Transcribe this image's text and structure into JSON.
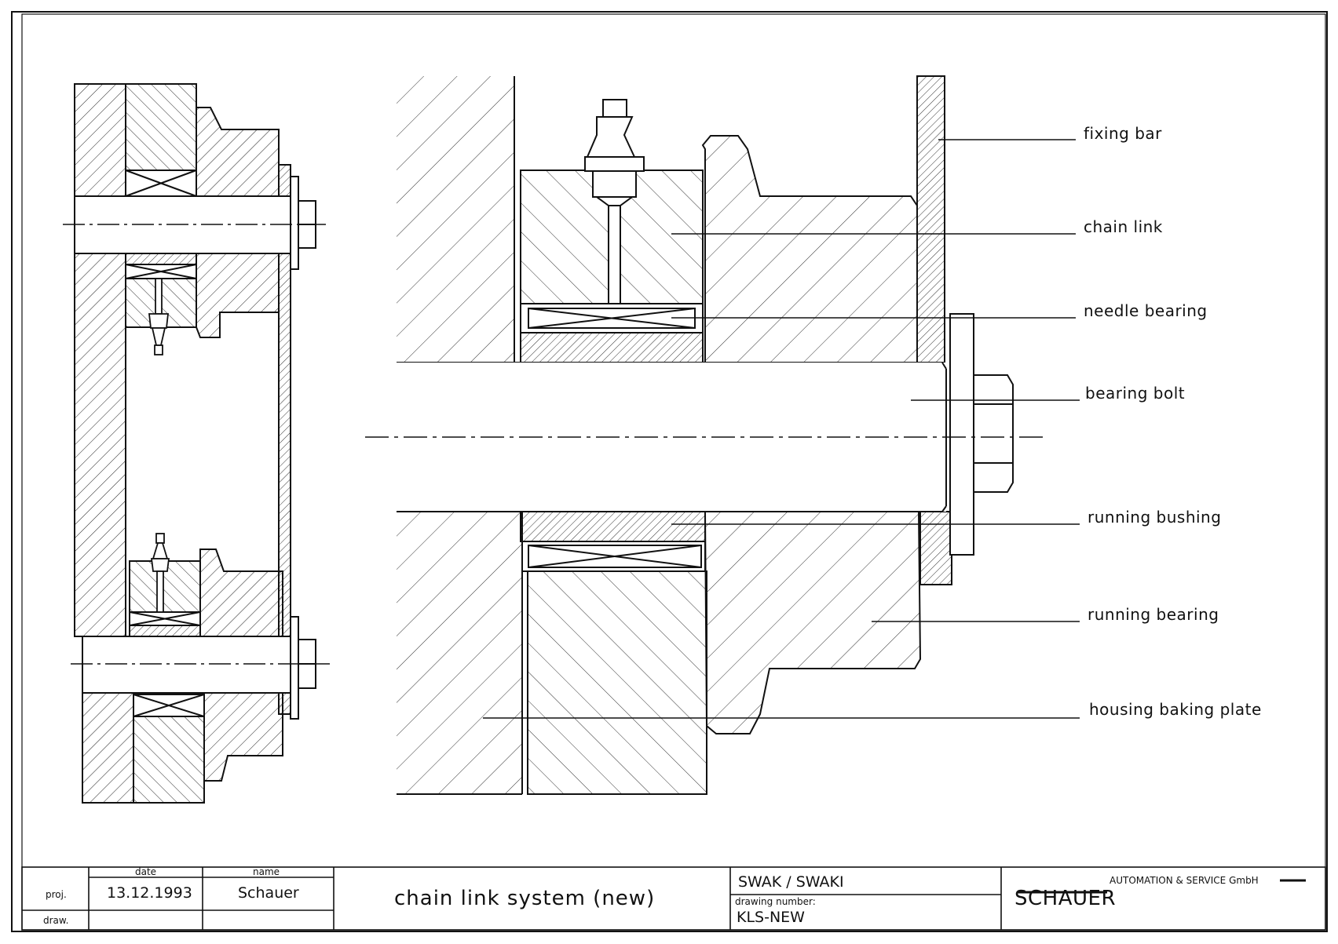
{
  "labels": {
    "fixing_bar": "fixing bar",
    "chain_link": "chain link",
    "needle_bearing": "needle bearing",
    "bearing_bolt": "bearing bolt",
    "running_bushing": "running bushing",
    "running_bearing": "running bearing",
    "housing_baking_plate": "housing baking plate"
  },
  "title_block": {
    "col_date": "date",
    "col_name": "name",
    "row_proj": "proj.",
    "row_draw": "draw.",
    "proj_date": "13.12.1993",
    "proj_name": "Schauer",
    "title": "chain link system (new)",
    "project": "SWAK / SWAKI",
    "drawing_number_label": "drawing number:",
    "drawing_number": "KLS-NEW",
    "company_logo": "SCHAUER",
    "company_subtitle": "AUTOMATION & SERVICE GmbH"
  },
  "colors": {
    "line": "#111111",
    "paper": "#ffffff"
  }
}
